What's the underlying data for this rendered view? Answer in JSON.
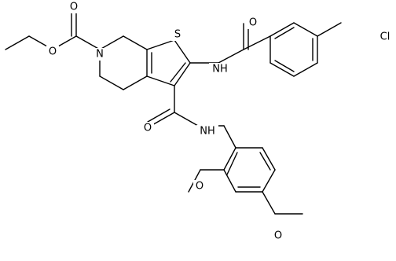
{
  "atoms": {
    "O_carbonyl_benzoyl": "O",
    "Cl_para": "Cl",
    "O_ester_carbonyl": "O",
    "O_ester_ether": "O",
    "N_ring": "N",
    "S_thiophene": "S",
    "NH_benzamide": "NH",
    "O_carbamoyl": "O",
    "NH_carbamoyl": "NH",
    "O_methoxy_ortho": "O",
    "O_methoxy_para": "O"
  }
}
